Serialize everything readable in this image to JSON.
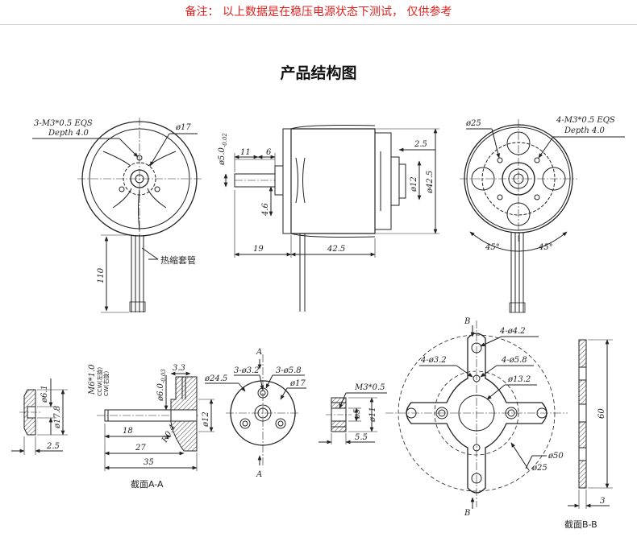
{
  "header": {
    "note": "备注：  以上数据是在稳压电源状态下测试，   仅供参考",
    "title": "产品结构图"
  },
  "front_view": {
    "thread_label": "3-M3*0.5 EQS",
    "depth_label": "Depth 4.0",
    "dia17": "ø17",
    "dim_110": "110",
    "sleeve_label": "热缩套管"
  },
  "side_view": {
    "dia5": "ø5.0",
    "dia5_tol": "-0.02",
    "dim_11": "11",
    "dim_6": "6",
    "dim_46": "4.6",
    "dim_25": "2.5",
    "dia12": "ø12",
    "dia425": "ø42.5",
    "dim_19": "19",
    "dim_425": "42.5"
  },
  "rear_view": {
    "dia25": "ø25",
    "thread_label": "4-M3*0.5 EQS",
    "depth_label": "Depth 4.0",
    "angle_left": "45°",
    "angle_right": "45°"
  },
  "small_washer": {
    "dia61": "ø6.1",
    "dia178": "ø17.8",
    "dim_25": "2.5"
  },
  "shaft_adapter": {
    "thread": "M6*1.0",
    "ccw": "CCW(左旋)",
    "cw": "CW(右旋)",
    "dia6": "ø6.0",
    "dia6_tol": "-0.03",
    "dim_33": "3.3",
    "dia12": "ø12",
    "r04": "R0.4",
    "dim_18": "18",
    "dim_27": "27",
    "dim_35": "35",
    "section_label": "截面A-A"
  },
  "round_mount": {
    "a_top": "A",
    "a_bottom": "A",
    "hole32": "3-ø3.2",
    "hole58": "3-ø5.8",
    "dia245": "ø24.5",
    "dia17": "ø17"
  },
  "nut": {
    "thread": "M3*0.5",
    "dia5": "ø5",
    "dia11": "ø11",
    "dim_55": "5.5"
  },
  "cross_mount": {
    "b_top": "B",
    "b_bottom": "B",
    "hole42": "4-ø4.2",
    "hole32": "4-ø3.2",
    "hole58": "4-ø5.8",
    "dia132": "ø13.2",
    "dia50": "ø50",
    "dia25": "ø25"
  },
  "cross_section": {
    "dim_60": "60",
    "dim_3": "3",
    "section_label": "截面B-B"
  }
}
